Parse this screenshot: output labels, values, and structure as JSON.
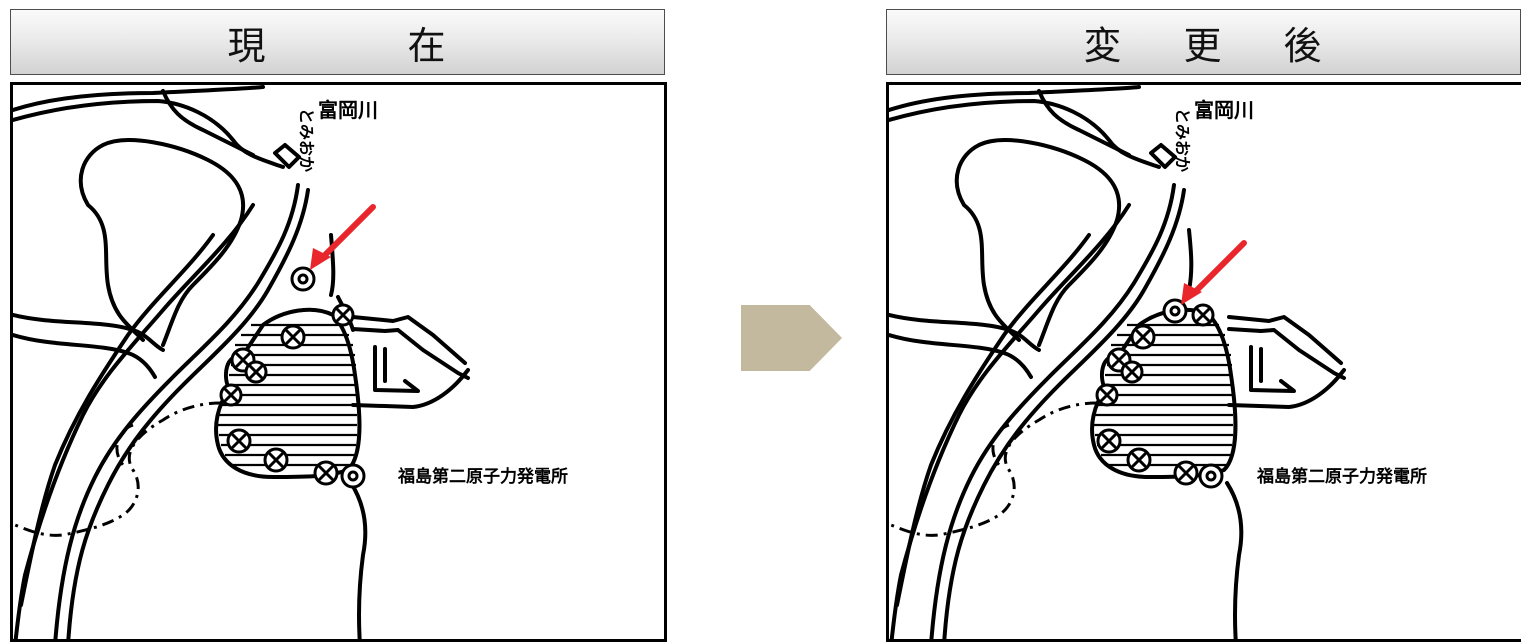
{
  "panels": [
    {
      "heading": [
        "現",
        "在"
      ]
    },
    {
      "heading": [
        "変",
        "更",
        "後"
      ]
    }
  ],
  "map_labels": {
    "river": "富岡川",
    "town": "とみおか",
    "plant": "福島第二原子力発電所"
  },
  "colors": {
    "pointer_arrow": "#e8262b",
    "transition_arrow": "#c2b99e",
    "ink": "#000000"
  },
  "icons": {
    "facility_marker": "double-circle-icon",
    "crossed_marker": "circled-x-icon",
    "pointer": "red-arrow-icon",
    "transition": "chevron-right-arrow-icon"
  }
}
